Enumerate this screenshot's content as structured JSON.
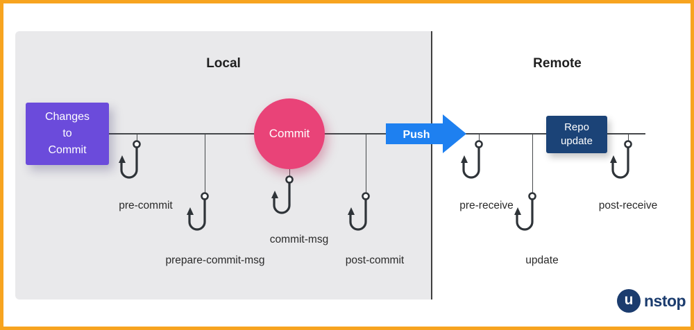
{
  "colors": {
    "frame_orange": "#F7A41F",
    "local_panel_gray": "#E9E9EB",
    "changes_purple": "#6B4BDB",
    "commit_pink": "#E94378",
    "push_blue": "#1E80F0",
    "repo_navy": "#1B4377",
    "hook_dark": "#2E3338",
    "brand_navy": "#1B3C6E"
  },
  "diagram": {
    "local_title": "Local",
    "remote_title": "Remote",
    "changes_lines": [
      "Changes",
      "to",
      "Commit"
    ],
    "commit_label": "Commit",
    "push_label": "Push",
    "repo_lines": [
      "Repo",
      "update"
    ],
    "hooks": [
      {
        "label": "pre-commit",
        "section": "local"
      },
      {
        "label": "prepare-commit-msg",
        "section": "local"
      },
      {
        "label": "commit-msg",
        "section": "local"
      },
      {
        "label": "post-commit",
        "section": "local"
      },
      {
        "label": "pre-receive",
        "section": "remote"
      },
      {
        "label": "update",
        "section": "remote"
      },
      {
        "label": "post-receive",
        "section": "remote"
      }
    ]
  },
  "brand": {
    "icon_letter": "u",
    "wordmark_rest": "nstop"
  }
}
